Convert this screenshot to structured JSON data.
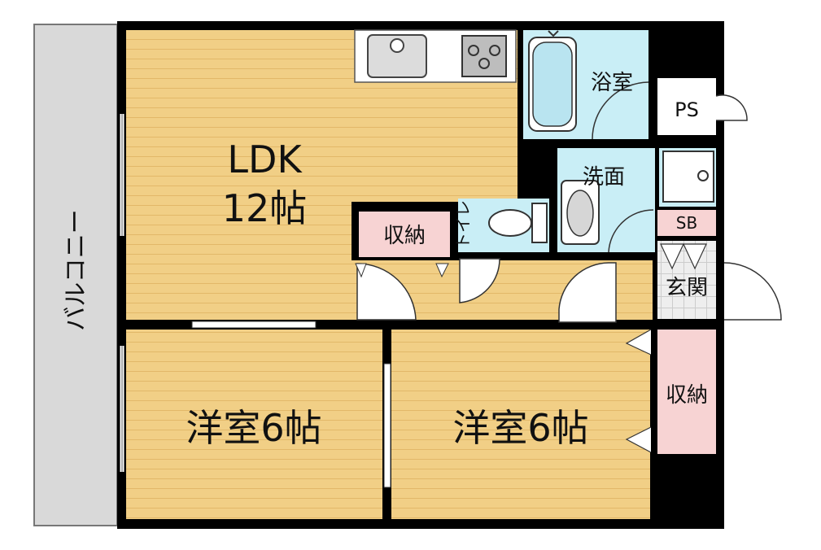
{
  "rooms": {
    "ldk": {
      "name": "LDK",
      "size": "12帖"
    },
    "bedroom_left": {
      "label": "洋室6帖"
    },
    "bedroom_right": {
      "label": "洋室6帖"
    },
    "bath": {
      "label": "浴室"
    },
    "washroom": {
      "label": "洗面"
    },
    "toilet": {
      "label": "トイレ"
    },
    "storage_hall": {
      "label": "収納"
    },
    "storage_right": {
      "label": "収納"
    },
    "entrance": {
      "label": "玄関"
    },
    "balcony": {
      "label": "バルコニー"
    },
    "ps": {
      "label": "PS"
    },
    "sb": {
      "label": "SB"
    }
  },
  "colors": {
    "wood_floor": "#f1cf86",
    "wood_line": "#e2b869",
    "wet_area": "#c9eef6",
    "storage": "#f7d3d3",
    "balcony": "#d9d9d9",
    "wall": "#000000",
    "entrance_tile": "#e6e6e6"
  }
}
